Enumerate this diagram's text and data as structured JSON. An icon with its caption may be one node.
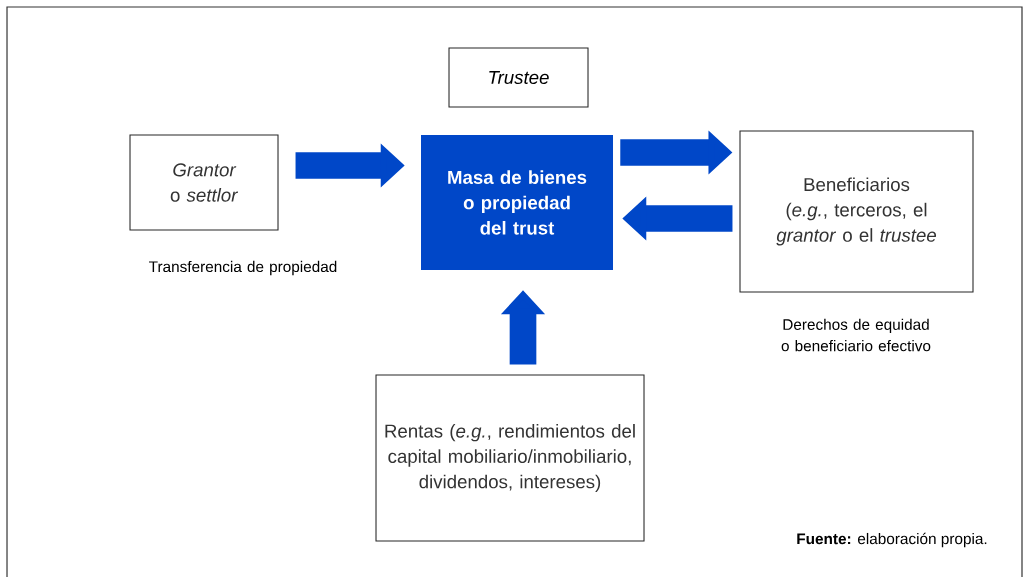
{
  "diagram": {
    "caption": "**Fuente:** elaboración propia.",
    "nodes": [
      {
        "text": [
          "Trustee"
        ]
      },
      {
        "text": [
          "*Grantor* o *settlor*"
        ],
        "beside": [
          "Transferencia de propiedad"
        ]
      },
      {
        "text": [
          "Masa de bienes o propiedad del trust"
        ]
      },
      {
        "text": [
          "Beneficiarios (*e.g.*, terceros, el *grantor* o el *trustee*"
        ],
        "beside": [
          "Derechos de equidad o beneficiario efectivo"
        ]
      },
      {
        "text": [
          "Rentas (*e.g.*, rendimientos del capital mobiliario/inmobiliario, dividendos, intereses)"
        ]
      }
    ],
    "edges": [
      {
        "from": 1,
        "to": 2,
        "arrow": "to"
      },
      {
        "from": 2,
        "to": 3,
        "arrow": "to"
      },
      {
        "from": 3,
        "to": 2,
        "arrow": "to"
      },
      {
        "from": 4,
        "to": 2,
        "arrow": "to"
      }
    ]
  }
}
